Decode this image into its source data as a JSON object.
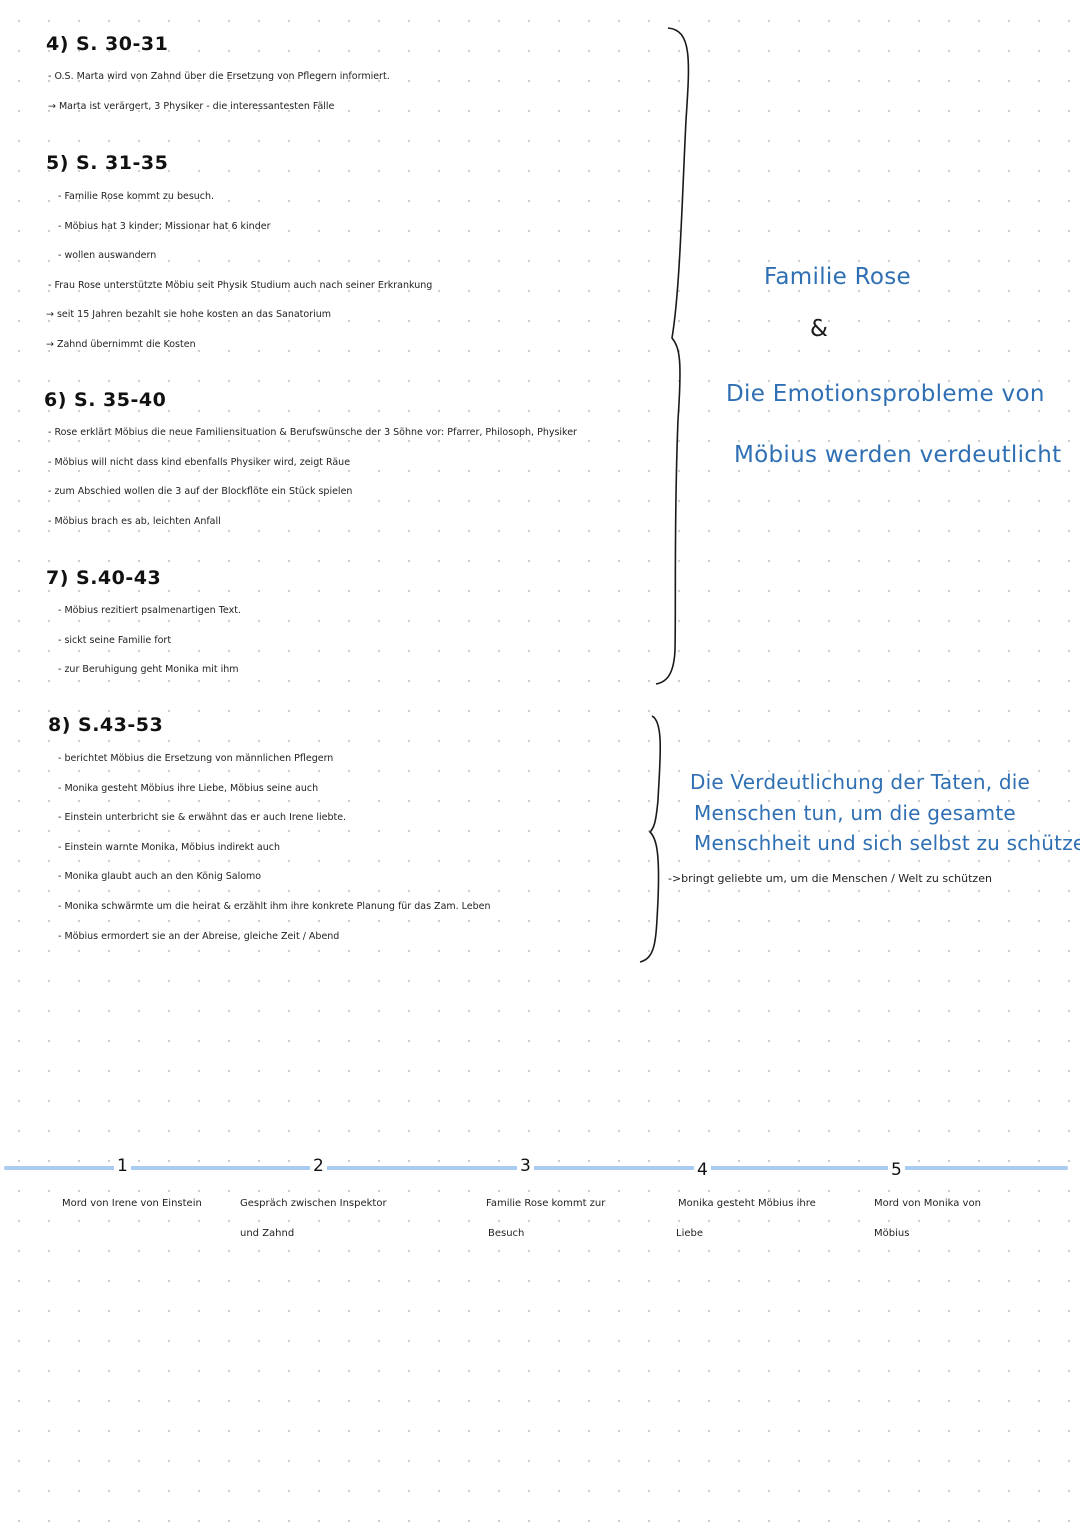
{
  "sections": [
    {
      "heading": "4) S. 30-31",
      "lines": [
        "- O.S. Marta wird von Zahnd über die Ersetzung von Pflegern informiert.",
        "→ Marta ist verärgert, 3 Physiker - die interessantesten Fälle"
      ]
    },
    {
      "heading": "5) S. 31-35",
      "lines": [
        "- Familie Rose kommt zu besuch.",
        "- Möbius hat 3 kinder; Missionar hat 6 kinder",
        "- wollen auswandern",
        "- Frau Rose unterstützte Möbiu seit Physik Studium auch nach seiner Erkrankung",
        "→ seit 15 Jahren bezahlt sie hohe kosten an das Sanatorium",
        "→ Zahnd übernimmt die Kosten"
      ]
    },
    {
      "heading": "6) S. 35-40",
      "lines": [
        "- Rose erklärt Möbius die neue Familiensituation & Berufswünsche der 3 Söhne vor: Pfarrer, Philosoph, Physiker",
        "- Möbius will nicht dass kind ebenfalls Physiker wird, zeigt Räue",
        "- zum Abschied wollen die 3 auf der Blockflöte ein Stück spielen",
        "- Möbius brach es ab, leichten Anfall"
      ]
    },
    {
      "heading": "7) S.40-43",
      "lines": [
        "- Möbius rezitiert psalmenartigen Text.",
        "- sickt seine Familie fort",
        "- zur Beruhigung geht Monika mit ihm"
      ]
    },
    {
      "heading": "8) S.43-53",
      "lines": [
        "- berichtet Möbius die Ersetzung von männlichen Pflegern",
        "- Monika gesteht Möbius ihre Liebe, Möbius seine auch",
        "- Einstein unterbricht sie & erwähnt das er auch Irene liebte.",
        "- Einstein warnte Monika, Möbius indirekt auch",
        "- Monika glaubt auch an den König Salomo",
        "- Monika schwärmte um die heirat & erzählt ihm ihre konkrete Planung für das Zam. Leben",
        "- Möbius ermordert sie an der Abreise, gleiche Zeit / Abend"
      ]
    }
  ],
  "right_notes": {
    "group1": {
      "line1": "Familie Rose",
      "line2": "&",
      "line3": "Die Emotionsprobleme von",
      "line4": "Möbius werden verdeutlicht"
    },
    "group2": {
      "line1": "Die Verdeutlichung der Taten, die",
      "line2": "Menschen tun, um die gesamte",
      "line3": "Menschheit und sich selbst zu schützen",
      "line4": "->bringt geliebte um, um die Menschen / Welt zu schützen"
    }
  },
  "timeline": [
    {
      "num": "1",
      "line1": "Mord von Irene von Einstein",
      "line2": ""
    },
    {
      "num": "2",
      "line1": "Gespräch zwischen Inspektor",
      "line2": "und Zahnd"
    },
    {
      "num": "3",
      "line1": "Familie Rose kommt zur",
      "line2": "Besuch"
    },
    {
      "num": "4",
      "line1": "Monika gesteht Möbius ihre",
      "line2": "Liebe"
    },
    {
      "num": "5",
      "line1": "Mord von Monika von",
      "line2": "Möbius"
    }
  ],
  "colors": {
    "accent": "#2f6fb3",
    "timeline": "#a9cdf2",
    "ink": "#1f1f1f"
  }
}
